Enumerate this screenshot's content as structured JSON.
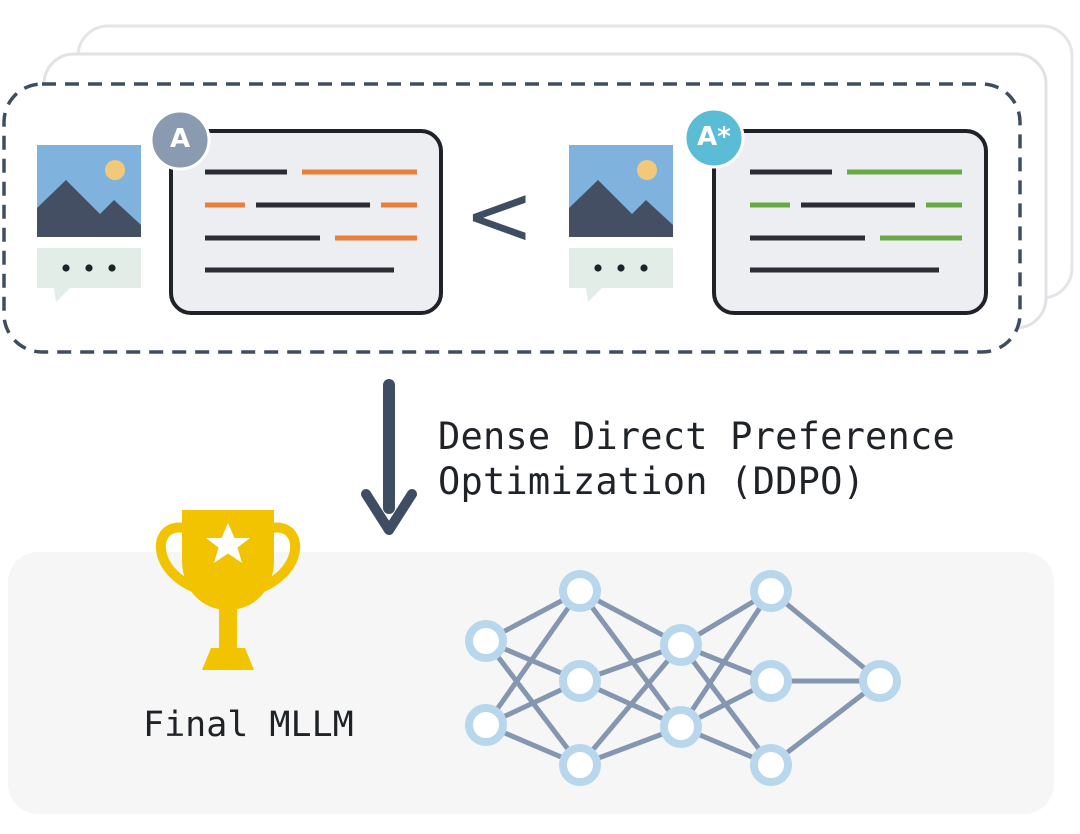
{
  "candidates": {
    "rejected_badge": "A",
    "preferred_badge": "A*",
    "comparison_symbol": "<",
    "prompt_bubble_text": "• • •"
  },
  "process": {
    "label_line1": "Dense Direct Preference",
    "label_line2": "Optimization (DDPO)"
  },
  "result": {
    "label": "Final MLLM"
  },
  "colors": {
    "dark_line": "#2a2d33",
    "rejected_highlight": "#e8803a",
    "preferred_highlight": "#6aaa45",
    "badge_rejected": "#8a9ab0",
    "badge_preferred": "#5bbcd6",
    "network_edge": "#8496b0",
    "network_node": "#b9d7ec",
    "trophy": "#f2c300",
    "arrow": "#3f4d63"
  }
}
